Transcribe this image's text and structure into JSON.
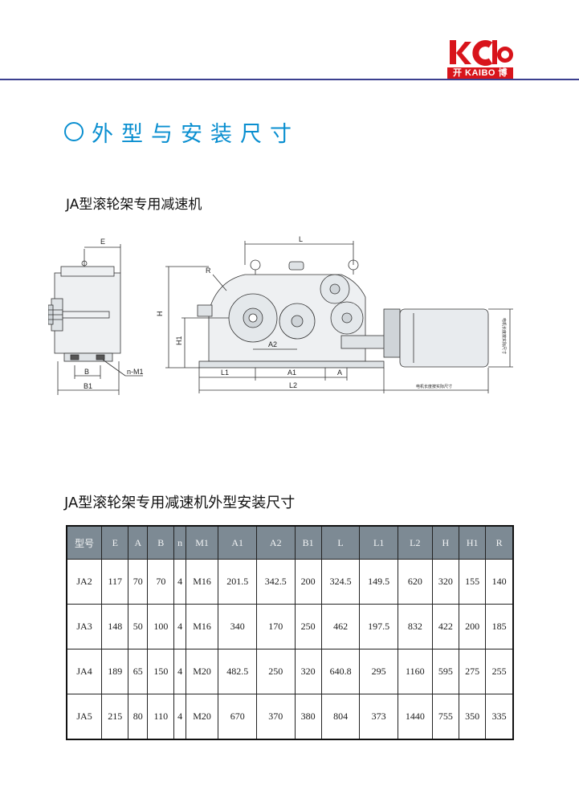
{
  "brand": {
    "logo_mark": "kcb",
    "logo_text": "KAIBO",
    "logo_left_char": "开",
    "logo_right_char": "博",
    "color": "#d8141b"
  },
  "section": {
    "title": "外型与安装尺寸",
    "accent_color": "#0a8fd0"
  },
  "drawing": {
    "title": "JA型滚轮架专用减速机",
    "labels": {
      "E": "E",
      "B": "B",
      "B1": "B1",
      "nM1": "n-M1",
      "L": "L",
      "R": "R",
      "H": "H",
      "H1": "H1",
      "A2": "A2",
      "L1": "L1",
      "A1": "A1",
      "A": "A",
      "L2": "L2",
      "motor_note": "电机长度按实际尺寸",
      "motor_note_v": "电机长度按实际尺寸"
    }
  },
  "table": {
    "title": "JA型滚轮架专用减速机外型安装尺寸",
    "headers": [
      "型号",
      "E",
      "A",
      "B",
      "n",
      "M1",
      "A1",
      "A2",
      "B1",
      "L",
      "L1",
      "L2",
      "H",
      "H1",
      "R"
    ],
    "rows": [
      [
        "JA2",
        "117",
        "70",
        "70",
        "4",
        "M16",
        "201.5",
        "342.5",
        "200",
        "324.5",
        "149.5",
        "620",
        "320",
        "155",
        "140"
      ],
      [
        "JA3",
        "148",
        "50",
        "100",
        "4",
        "M16",
        "340",
        "170",
        "250",
        "462",
        "197.5",
        "832",
        "422",
        "200",
        "185"
      ],
      [
        "JA4",
        "189",
        "65",
        "150",
        "4",
        "M20",
        "482.5",
        "250",
        "320",
        "640.8",
        "295",
        "1160",
        "595",
        "275",
        "255"
      ],
      [
        "JA5",
        "215",
        "80",
        "110",
        "4",
        "M20",
        "670",
        "370",
        "380",
        "804",
        "373",
        "1440",
        "755",
        "350",
        "335"
      ]
    ],
    "header_bg": "#7d8a94"
  }
}
